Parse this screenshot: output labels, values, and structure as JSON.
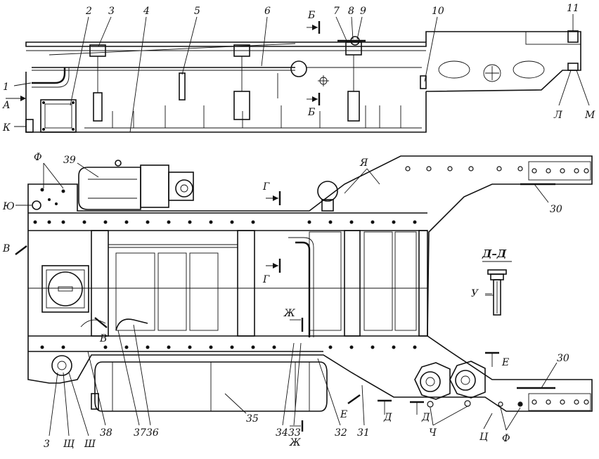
{
  "labels": {
    "n1": "1",
    "n2": "2",
    "n3": "3",
    "n4": "4",
    "n5": "5",
    "n6": "6",
    "n7": "7",
    "n8": "8",
    "n9": "9",
    "n10": "10",
    "n11": "11",
    "n30a": "30",
    "n30b": "30",
    "n31": "31",
    "n32": "32",
    "n33": "33",
    "n34": "34",
    "n35": "35",
    "n36": "36",
    "n37": "37",
    "n38": "38",
    "n39": "39",
    "n3b": "3",
    "A": "А",
    "K": "К",
    "L": "Л",
    "M": "М",
    "B1": "Б",
    "B2": "Б",
    "F1": "Ф",
    "F2": "Ф",
    "Yu": "Ю",
    "V1": "В",
    "V2": "В",
    "G1": "Г",
    "G2": "Г",
    "Ya": "Я",
    "DD": "Д–Д",
    "U": "У",
    "Zh1": "Ж",
    "Zh2": "Ж",
    "E1": "Е",
    "E2": "Е",
    "D1": "Д",
    "D2": "Д",
    "Ch": "Ч",
    "Ts": "Ц",
    "Shch": "Щ",
    "Sh": "Ш"
  }
}
